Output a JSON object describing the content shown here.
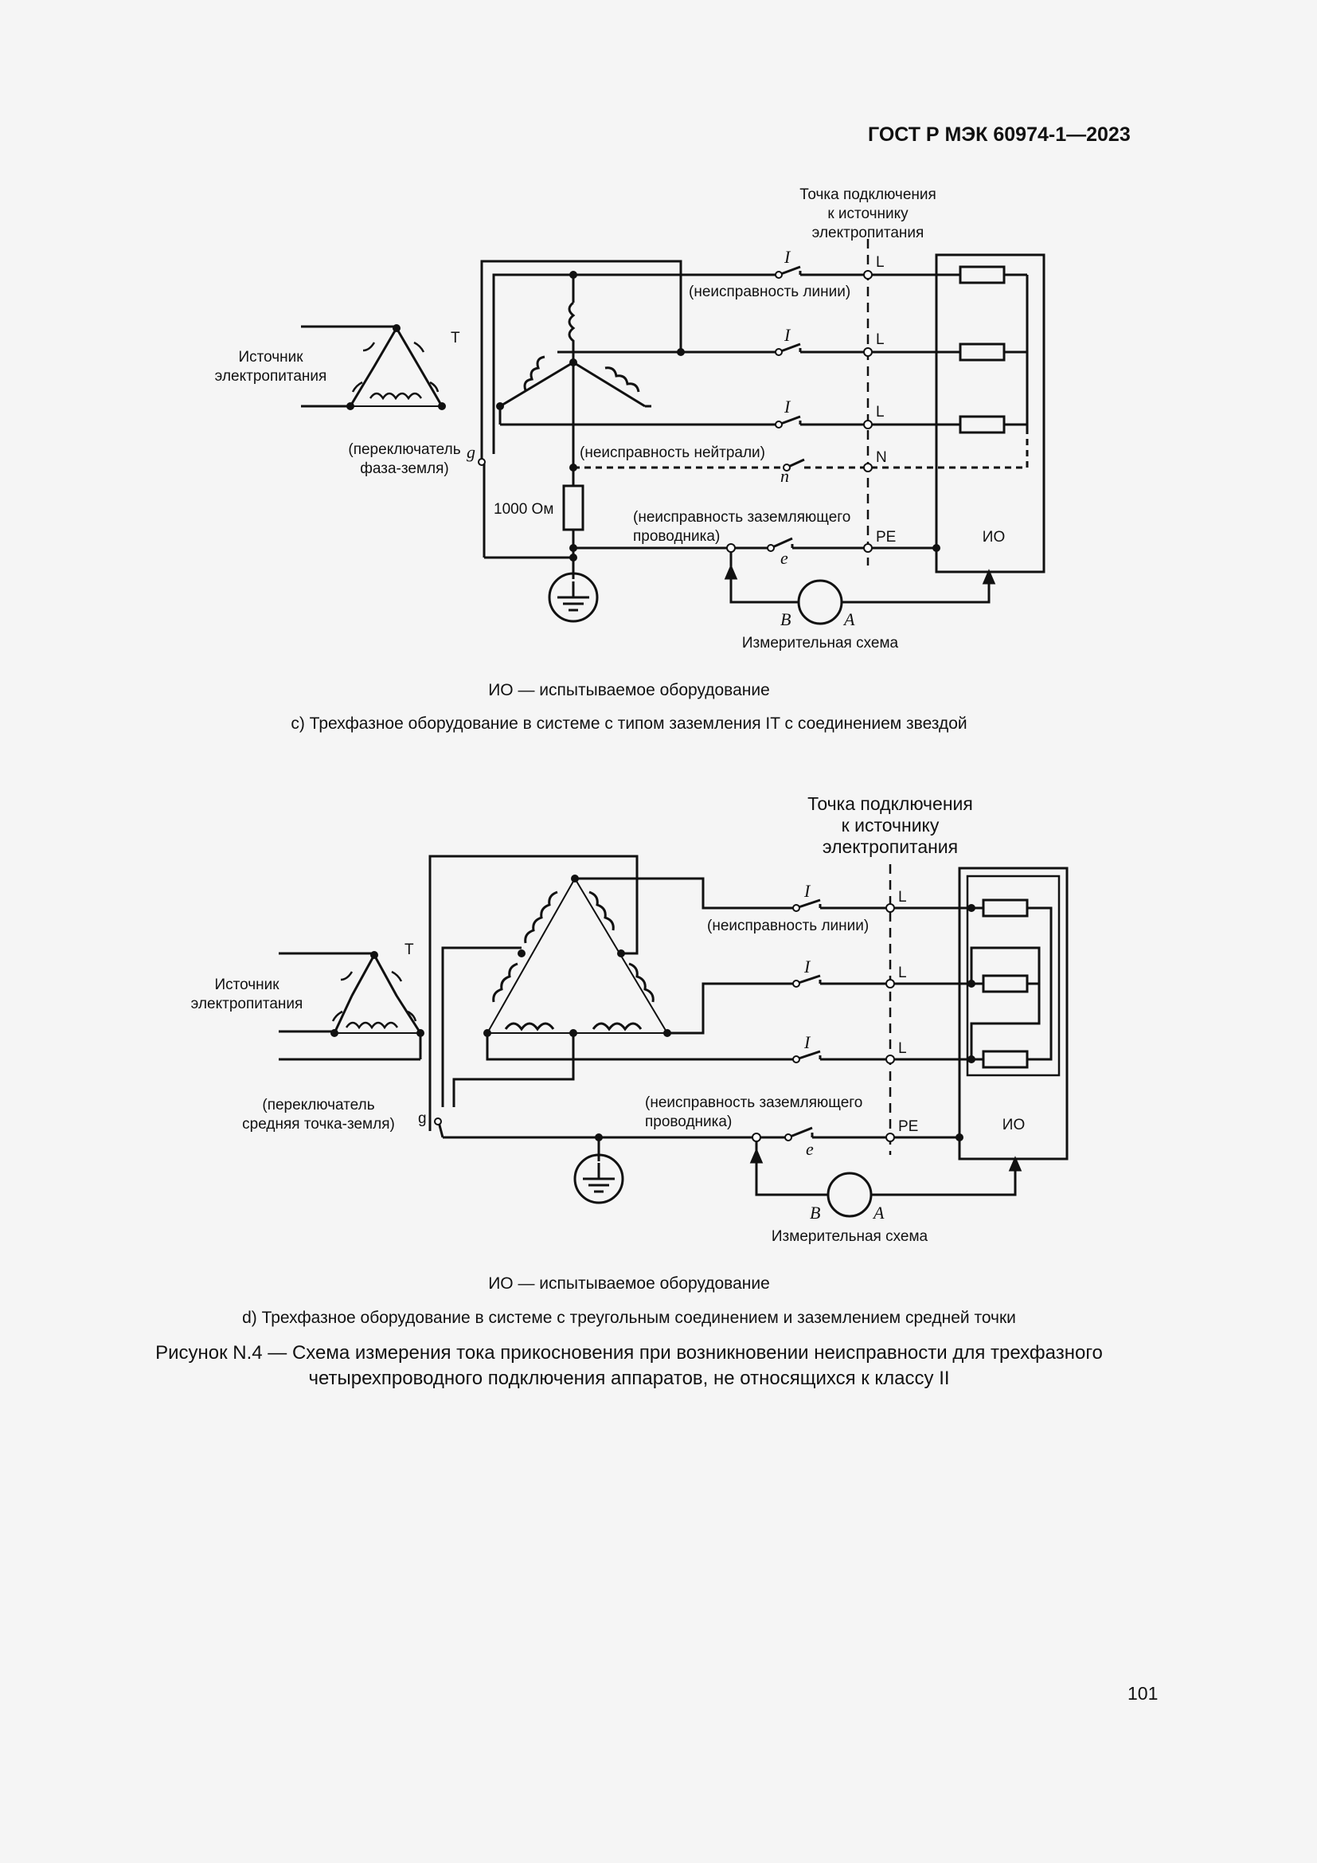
{
  "header": "ГОСТ Р МЭК 60974-1—2023",
  "diagram_c": {
    "connection_point": [
      "Точка подключения",
      "к источнику",
      "электропитания"
    ],
    "source": [
      "Источник",
      "электропитания"
    ],
    "transformer": "T",
    "switch_label": [
      "(переключатель",
      "фаза-земля)"
    ],
    "switch_g": "g",
    "line_fault": "(неисправность линии)",
    "neutral_fault": "(неисправность нейтрали)",
    "earth_fault": [
      "(неисправность заземляющего",
      "проводника)"
    ],
    "resistor": "1000 Ом",
    "sw_I": "I",
    "sw_n": "n",
    "sw_e": "e",
    "L": "L",
    "N": "N",
    "PE": "PE",
    "IO": "ИО",
    "B": "B",
    "A": "A",
    "meas": "Измерительная схема"
  },
  "legend_c": "ИО — испытываемое оборудование",
  "caption_c": "с) Трехфазное оборудование в системе с типом заземления IT с соединением звездой",
  "diagram_d": {
    "connection_point": [
      "Точка подключения",
      "к источнику",
      "электропитания"
    ],
    "source": [
      "Источник",
      "электропитания"
    ],
    "transformer": "T",
    "switch_label": [
      "(переключатель",
      "средняя точка-земля)"
    ],
    "switch_g": "g",
    "line_fault": "(неисправность линии)",
    "earth_fault": [
      "(неисправность заземляющего",
      "проводника)"
    ],
    "sw_I": "I",
    "sw_e": "e",
    "L": "L",
    "PE": "PE",
    "IO": "ИО",
    "B": "B",
    "A": "A",
    "meas": "Измерительная схема"
  },
  "legend_d": "ИО — испытываемое оборудование",
  "caption_d": "d) Трехфазное оборудование в системе с треугольным соединением и заземлением средней точки",
  "figure_title": [
    "Рисунок N.4 — Схема измерения тока прикосновения при возникновении неисправности для трехфазного",
    "четырехпроводного подключения аппаратов, не относящихся к классу II"
  ],
  "page_number": "101"
}
